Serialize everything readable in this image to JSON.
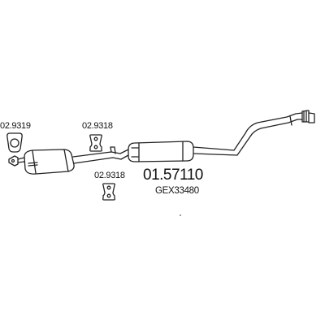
{
  "diagram": {
    "main_part_number": "01.57110",
    "oe_number": "GEX33480",
    "parts": [
      {
        "number": "02.9319",
        "icon": "gasket-flange-icon"
      },
      {
        "number": "02.9318",
        "icon": "rubber-hanger-icon"
      },
      {
        "number": "02.9318",
        "icon": "rubber-hanger-icon"
      }
    ],
    "colors": {
      "line": "#222222",
      "background": "#ffffff"
    }
  }
}
